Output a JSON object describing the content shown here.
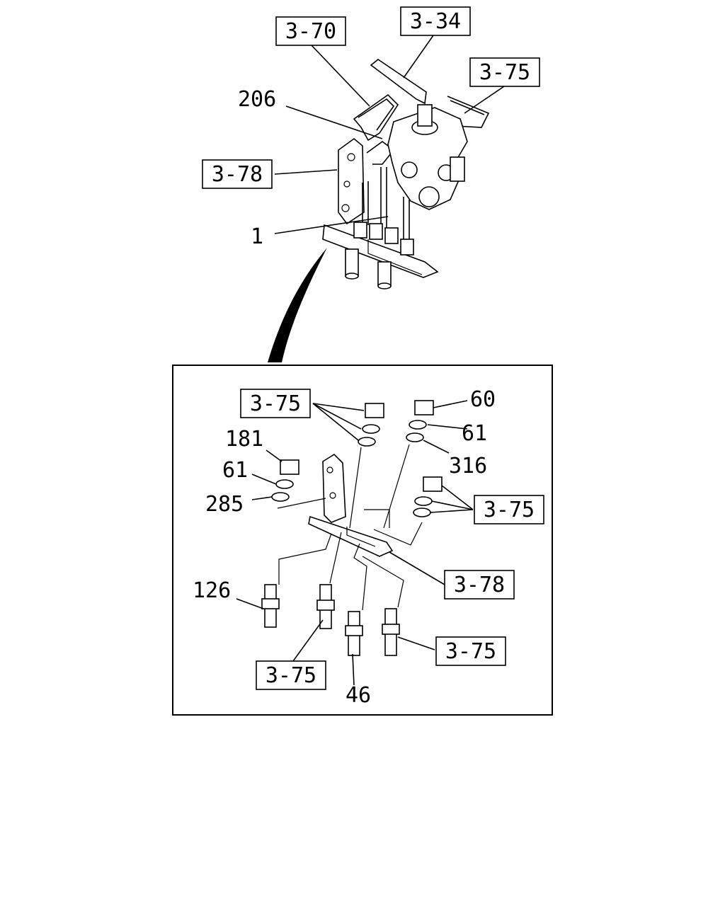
{
  "refs": {
    "r_3_70": "3-70",
    "r_3_34": "3-34",
    "r_3_75_top": "3-75",
    "r_3_78_top": "3-78",
    "r_3_75_a": "3-75",
    "r_3_75_b": "3-75",
    "r_3_78_b": "3-78",
    "r_3_75_c": "3-75",
    "r_3_75_d": "3-75"
  },
  "parts": {
    "p206": "206",
    "p1": "1",
    "p60": "60",
    "p61a": "61",
    "p181": "181",
    "p61b": "61",
    "p316": "316",
    "p285": "285",
    "p126": "126",
    "p46": "46"
  }
}
